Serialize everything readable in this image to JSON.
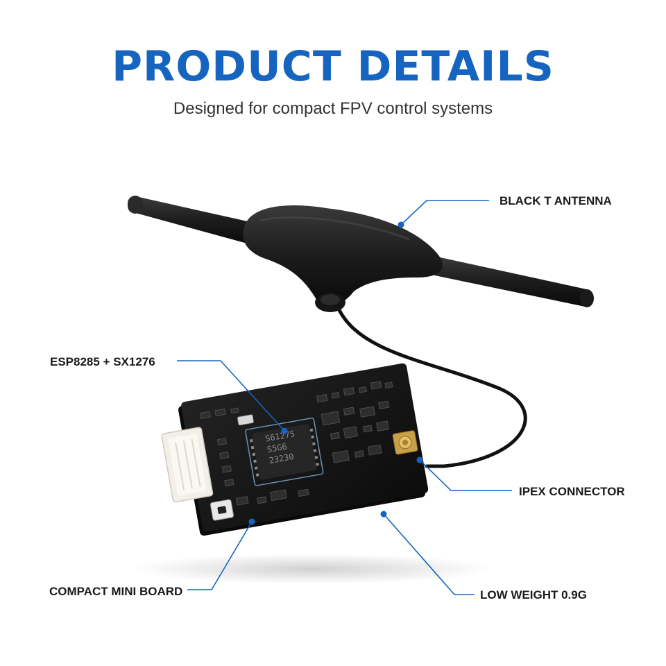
{
  "page": {
    "title": "PRODUCT DETAILS",
    "subtitle": "Designed for compact FPV control systems"
  },
  "callouts": {
    "antenna": "BLACK T ANTENNA",
    "chip": "ESP8285 + SX1276",
    "ipex": "IPEX CONNECTOR",
    "board": "COMPACT MINI BOARD",
    "weight": "LOW WEIGHT 0.9G"
  },
  "chip_marking": {
    "line1": "S61275",
    "line2": "S5G6",
    "line3": "23230"
  },
  "colors": {
    "accent": "#1565c0",
    "text": "#1a1a1a",
    "subtitle": "#333333",
    "pcb": "#141414",
    "antenna": "#1c1c1c",
    "connector": "#c9a04a",
    "plug": "#f2efe8"
  }
}
